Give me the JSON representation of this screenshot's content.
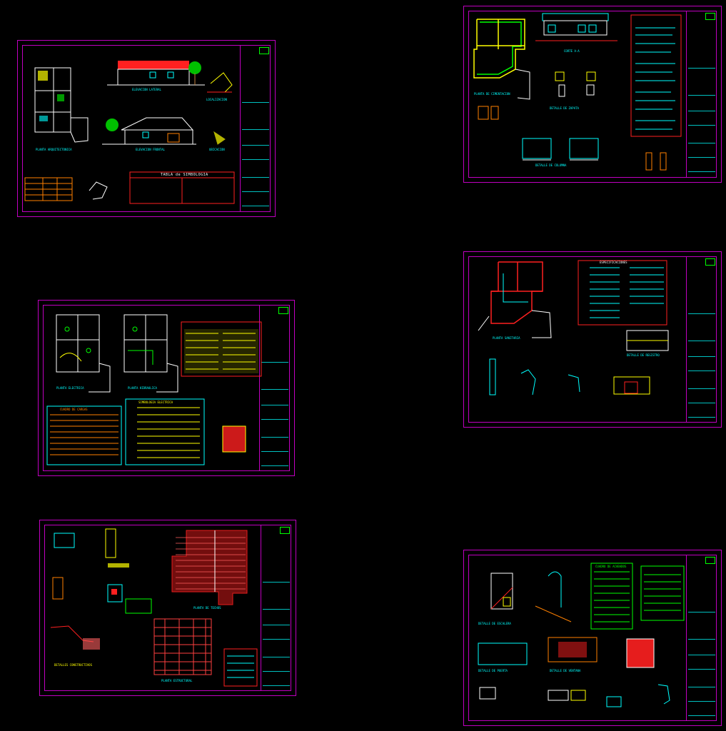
{
  "sheets": [
    {
      "id": "s1",
      "title_labels": [
        "PLANTA ARQUITECTONICA",
        "ELEVACION FRONTAL",
        "ELEVACION LATERAL",
        "LOCALIZACION",
        "UBICACION"
      ],
      "table_title": "TABLA de SIMBOLOGIA"
    },
    {
      "id": "s2",
      "title_labels": [
        "PLANTA DE CIMENTACION",
        "DETALLE DE ZAPATA",
        "CORTE A-A",
        "DETALLE DE COLUMNA"
      ]
    },
    {
      "id": "s3",
      "title_labels": [
        "PLANTA ELECTRICA",
        "PLANTA HIDRAULICA",
        "CUADRO DE CARGAS",
        "SIMBOLOGIA ELECTRICA"
      ]
    },
    {
      "id": "s4",
      "title_labels": [
        "PLANTA SANITARIA",
        "DETALLE DE REGISTRO",
        "ESPECIFICACIONES"
      ]
    },
    {
      "id": "s5",
      "title_labels": [
        "PLANTA DE TECHOS",
        "PLANTA ESTRUCTURAL",
        "DETALLES CONSTRUCTIVOS"
      ]
    },
    {
      "id": "s6",
      "title_labels": [
        "DETALLE DE ESCALERA",
        "DETALLE DE PUERTA",
        "DETALLE DE VENTANA",
        "CUADRO DE ACABADOS"
      ]
    }
  ],
  "colors": {
    "frame": "#c000c0",
    "cyan": "#00ffff",
    "green": "#00ff00",
    "yellow": "#ffff00",
    "red": "#ff2020",
    "white": "#ffffff",
    "orange": "#ff8000",
    "blue": "#4060ff"
  }
}
